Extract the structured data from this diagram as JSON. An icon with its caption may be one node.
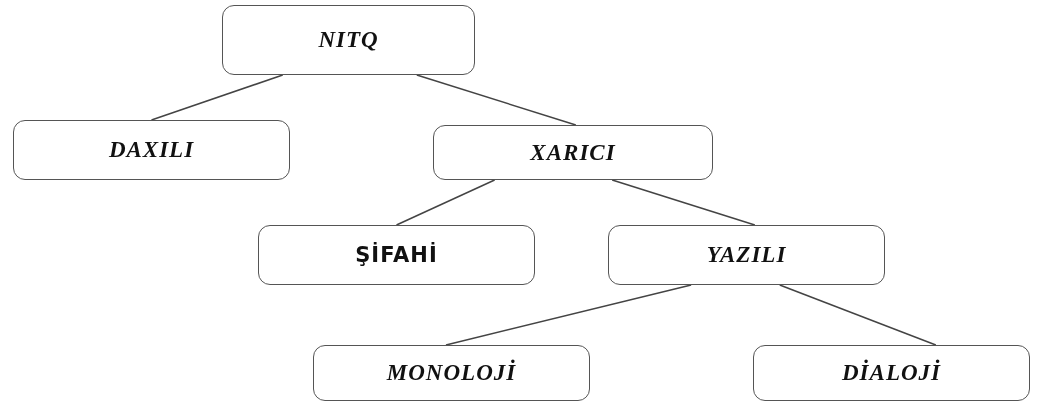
{
  "diagram": {
    "nodes": [
      {
        "text": [
          "NITQ"
        ]
      },
      {
        "text": [
          "DAXILI"
        ]
      },
      {
        "text": [
          "XARICI"
        ]
      },
      {
        "text": [
          "ŞİFAHİ"
        ]
      },
      {
        "text": [
          "YAZILI"
        ]
      },
      {
        "text": [
          "MONOLOJİ"
        ]
      },
      {
        "text": [
          "DİALOJİ"
        ]
      }
    ],
    "edges": [
      {
        "from": 0,
        "to": 1,
        "arrow": "none"
      },
      {
        "from": 0,
        "to": 2,
        "arrow": "none"
      },
      {
        "from": 2,
        "to": 3,
        "arrow": "none"
      },
      {
        "from": 2,
        "to": 4,
        "arrow": "none"
      },
      {
        "from": 4,
        "to": 5,
        "arrow": "none"
      },
      {
        "from": 4,
        "to": 6,
        "arrow": "none"
      }
    ]
  }
}
